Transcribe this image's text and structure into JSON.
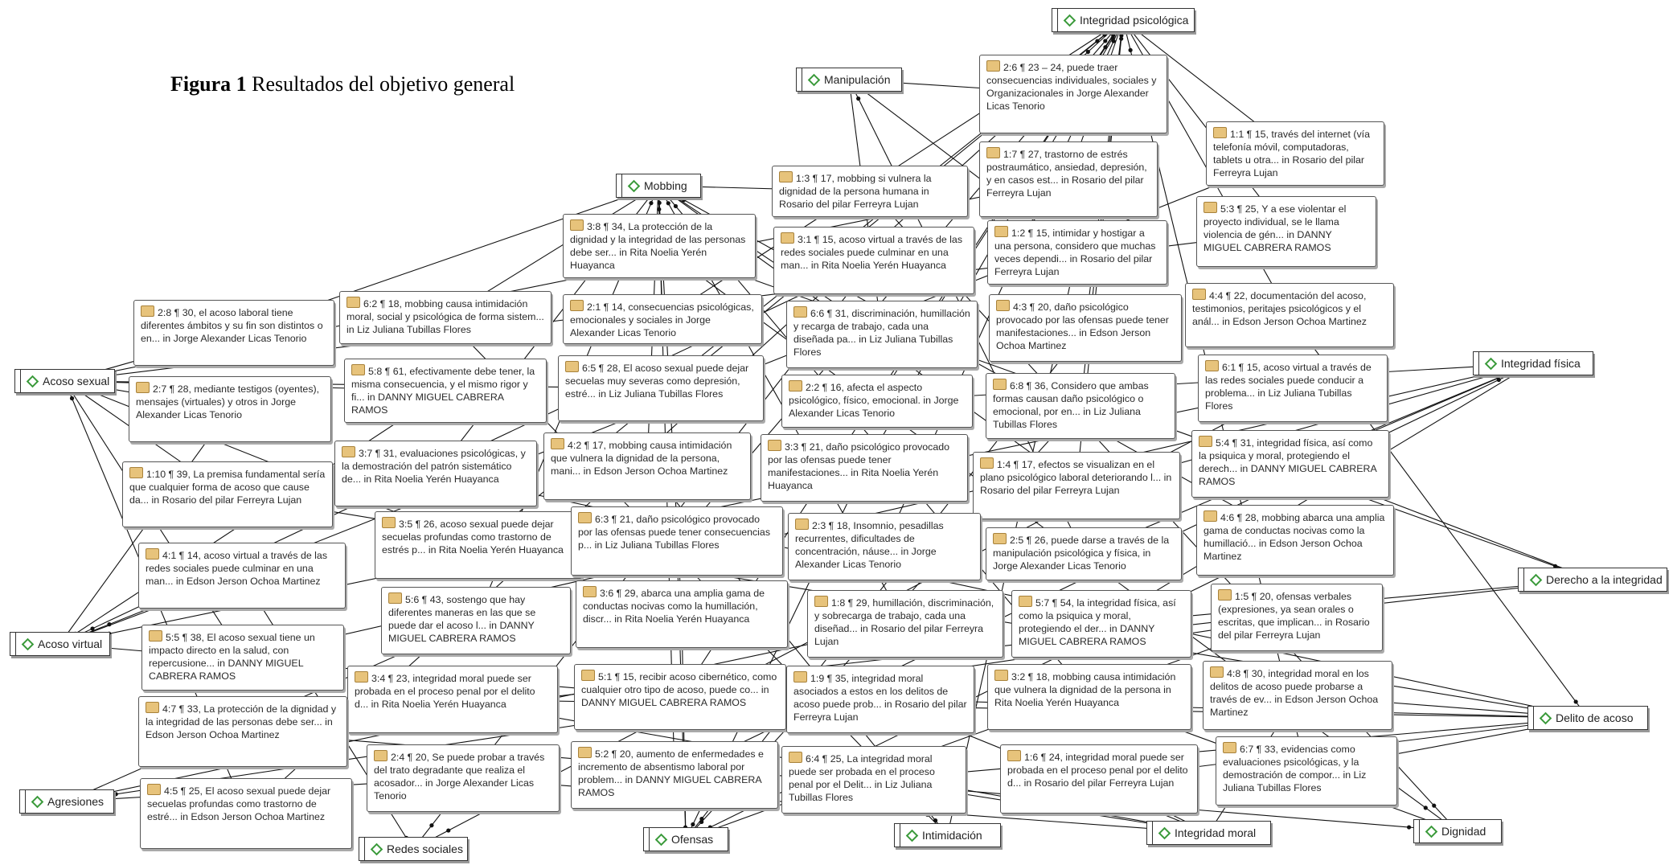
{
  "figure": {
    "label": "Figura 1",
    "caption": "Resultados del objetivo general"
  },
  "codes": {
    "integridad_psicologica": "Integridad psicológica",
    "manipulacion": "Manipulación",
    "mobbing": "Mobbing",
    "acoso_sexual": "Acoso sexual",
    "acoso_virtual": "Acoso virtual",
    "agresiones": "Agresiones",
    "redes_sociales": "Redes sociales",
    "ofensas": "Ofensas",
    "intimidacion": "Intimidación",
    "integridad_moral": "Integridad moral",
    "dignidad": "Dignidad",
    "delito_de_acoso": "Delito de acoso",
    "derecho_a_la_integridad": "Derecho a la integridad",
    "integridad_fisica": "Integridad física"
  },
  "quotes": {
    "q_2_6": "2:6 ¶ 23 – 24, puede traer consecuencias individuales, sociales y Organizacionales in Jorge Alexander Licas Tenorio",
    "q_1_1": "1:1 ¶ 15, través del internet (vía telefonía móvil, computadoras, tablets u otra... in Rosario del pilar Ferreyra Lujan",
    "q_1_7": "1:7 ¶ 27, trastorno de estrés postraumático, ansiedad, depresión, y en casos est... in Rosario del pilar Ferreyra Lujan",
    "q_1_3": "1:3 ¶ 17, mobbing si vulnera la dignidad de la persona humana in Rosario del pilar Ferreyra Lujan",
    "q_5_3": "5:3 ¶ 25, Y a ese violentar el proyecto individual, se le llama violencia de gén... in DANNY MIGUEL CABRERA RAMOS",
    "q_3_8": "3:8 ¶ 34, La protección de la dignidad y la integridad de las personas debe ser... in Rita Noelia Yerén Huayanca",
    "q_3_1": "3:1 ¶ 15, acoso virtual a través de las redes sociales puede culminar en una man... in Rita Noelia Yerén Huayanca",
    "q_1_2": "1:2 ¶ 15, intimidar y hostigar a una persona, considero que muchas veces dependi... in Rosario del pilar Ferreyra Lujan",
    "q_4_4": "4:4 ¶ 22, documentación del acoso, testimonios, peritajes psicológicos y el anál... in Edson Jerson Ochoa Martinez",
    "q_2_8": "2:8 ¶ 30, el acoso laboral tiene diferentes ámbitos y su fin son distintos o en... in Jorge Alexander Licas Tenorio",
    "q_6_2": "6:2 ¶ 18, mobbing causa intimidación moral, social y psicológica de forma sistem... in Liz Juliana Tubillas Flores",
    "q_2_1": "2:1 ¶ 14, consecuencias psicológicas, emocionales y sociales in Jorge Alexander Licas Tenorio",
    "q_6_6": "6:6 ¶ 31, discriminación, humillación y recarga de trabajo, cada una diseñada pa... in Liz Juliana Tubillas Flores",
    "q_4_3": "4:3 ¶ 20, daño psicológico provocado por las ofensas puede tener manifestaciones... in Edson Jerson Ochoa Martinez",
    "q_6_1": "6:1 ¶ 15, acoso virtual a través de las redes sociales puede conducir a problema... in Liz Juliana Tubillas Flores",
    "q_5_8": "5:8 ¶ 61, efectivamente debe tener, la misma consecuencia, y el mismo rigor y fi... in DANNY MIGUEL CABRERA RAMOS",
    "q_6_5": "6:5 ¶ 28, El acoso sexual puede dejar secuelas muy severas como depresión, estré... in Liz Juliana Tubillas Flores",
    "q_2_2": "2:2 ¶ 16, afecta el aspecto psicológico, físico, emocional. in Jorge Alexander Licas Tenorio",
    "q_6_8": "6:8 ¶ 36, Considero que ambas formas causan daño psicológico o emocional, por en... in Liz Juliana Tubillas Flores",
    "q_2_7": "2:7 ¶ 28, mediante testigos (oyentes), mensajes (virtuales) y otros in Jorge Alexander Licas Tenorio",
    "q_3_7": "3:7 ¶ 31, evaluaciones psicológicas, y la demostración del patrón sistemático de... in Rita Noelia Yerén Huayanca",
    "q_4_2": "4:2 ¶ 17, mobbing causa intimidación que vulnera la dignidad de la persona, mani... in Edson Jerson Ochoa Martinez",
    "q_3_3": "3:3 ¶ 21, daño psicológico provocado por las ofensas puede tener manifestaciones... in Rita Noelia Yerén Huayanca",
    "q_1_4": "1:4 ¶ 17, efectos se visualizan en el plano psicológico laboral deteriorando l... in Rosario del pilar Ferreyra Lujan",
    "q_5_4": "5:4 ¶ 31, integridad física, así como la psiquica y moral, protegiendo el derech... in DANNY MIGUEL CABRERA RAMOS",
    "q_1_10": "1:10 ¶ 39, La premisa fundamental sería que cualquier forma de acoso que cause da... in Rosario del pilar Ferreyra Lujan",
    "q_3_5": "3:5 ¶ 26, acoso sexual puede dejar secuelas profundas como trastorno de estrés p... in Rita Noelia Yerén Huayanca",
    "q_6_3": "6:3 ¶ 21, daño psicológico provocado por las ofensas puede tener consecuencias p... in Liz Juliana Tubillas Flores",
    "q_2_3": "2:3 ¶ 18, Insomnio, pesadillas recurrentes, dificultades de concentración, náuse... in Jorge Alexander Licas Tenorio",
    "q_2_5": "2:5 ¶ 26, puede darse a través de la manipulación psicológica y física, in Jorge Alexander Licas Tenorio",
    "q_4_6": "4:6 ¶ 28, mobbing abarca una amplia gama de conductas nocivas como la humillació... in Edson Jerson Ochoa Martinez",
    "q_4_1": "4:1 ¶ 14, acoso virtual a través de las redes sociales puede culminar en una man... in Edson Jerson Ochoa Martinez",
    "q_5_6": "5:6 ¶ 43, sostengo que hay diferentes maneras en las que se puede dar el acoso l... in DANNY MIGUEL CABRERA RAMOS",
    "q_3_6": "3:6 ¶ 29, abarca una amplia gama de conductas nocivas como la humillación, discr... in Rita Noelia Yerén Huayanca",
    "q_1_8": "1:8 ¶ 29, humillación, discriminación, y sobrecarga de trabajo, cada una diseñad... in Rosario del pilar Ferreyra Lujan",
    "q_5_7": "5:7 ¶ 54, la integridad física, así como la psiquica y moral, protegiendo el der... in DANNY MIGUEL CABRERA RAMOS",
    "q_1_5": "1:5 ¶ 20, ofensas verbales (expresiones, ya sean orales o escritas, que implican... in Rosario del pilar Ferreyra Lujan",
    "q_5_5": "5:5 ¶ 38, El acoso sexual tiene un impacto directo en la salud, con repercusione... in DANNY MIGUEL CABRERA RAMOS",
    "q_3_4": "3:4 ¶ 23, integridad moral puede ser probada en el proceso penal por el delito d... in Rita Noelia Yerén Huayanca",
    "q_5_1": "5:1 ¶ 15, recibir acoso cibernético, como cualquier otro tipo de acoso, puede co... in DANNY MIGUEL CABRERA RAMOS",
    "q_1_9": "1:9 ¶ 35, integridad moral asociados a estos en los delitos de acoso puede prob... in Rosario del pilar Ferreyra Lujan",
    "q_3_2": "3:2 ¶ 18, mobbing causa intimidación que vulnera la dignidad de la persona in Rita Noelia Yerén Huayanca",
    "q_4_8": "4:8 ¶ 30, integridad moral en los delitos de acoso puede probarse a través de ev... in Edson Jerson Ochoa Martinez",
    "q_4_7": "4:7 ¶ 33, La protección de la dignidad y la integridad de las personas debe ser... in Edson Jerson Ochoa Martinez",
    "q_2_4": "2:4 ¶ 20, Se puede probar a través del trato degradante que realiza el acosador... in Jorge Alexander Licas Tenorio",
    "q_5_2": "5:2 ¶ 20, aumento de enfermedades e incremento de absentismo laboral por problem... in DANNY MIGUEL CABRERA RAMOS",
    "q_6_4": "6:4 ¶ 25, La integridad moral puede ser probada en el proceso penal por el Delit... in Liz Juliana Tubillas Flores",
    "q_1_6": "1:6 ¶ 24, integridad moral puede ser probada en el proceso penal por el delito d... in Rosario del pilar Ferreyra Lujan",
    "q_6_7": "6:7 ¶ 33, evidencias como evaluaciones psicológicas, y la demostración de compor... in Liz Juliana Tubillas Flores",
    "q_4_5": "4:5 ¶ 25, El acoso sexual puede dejar secuelas profundas como trastorno de estré... in Edson Jerson Ochoa Martinez"
  }
}
